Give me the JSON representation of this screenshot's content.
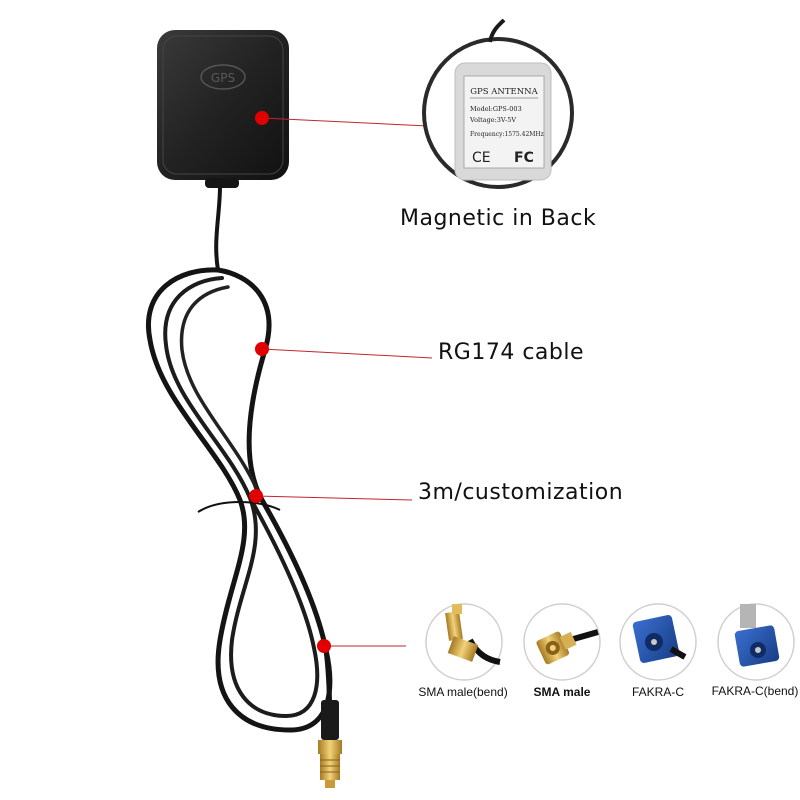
{
  "product": {
    "module_emboss": "GPS",
    "sticker": {
      "title": "GPS ANTENNA",
      "model": "Model:GPS-003",
      "voltage": "Voltage:3V-5V",
      "frequency": "Frequency:1575.42MHz",
      "mark_ce": "CE",
      "mark_fc": "FC"
    }
  },
  "callouts": [
    {
      "text": "Magnetic in Back"
    },
    {
      "text": "RG174 cable"
    },
    {
      "text": "3m/customization"
    }
  ],
  "connectors": [
    {
      "label": "SMA male(bend)",
      "kind": "sma-bend"
    },
    {
      "label": "SMA male",
      "kind": "sma-straight"
    },
    {
      "label": "FAKRA-C",
      "kind": "fakra"
    },
    {
      "label": "FAKRA-C(bend)",
      "kind": "fakra-bend"
    }
  ],
  "colors": {
    "background": "#ffffff",
    "antenna_body": "#1e1e1e",
    "cable": "#141414",
    "marker": "#e00000",
    "leader_line": "#c0272d",
    "sma_gold": "#d6a93e",
    "fakra_blue": "#1f4fa3"
  }
}
